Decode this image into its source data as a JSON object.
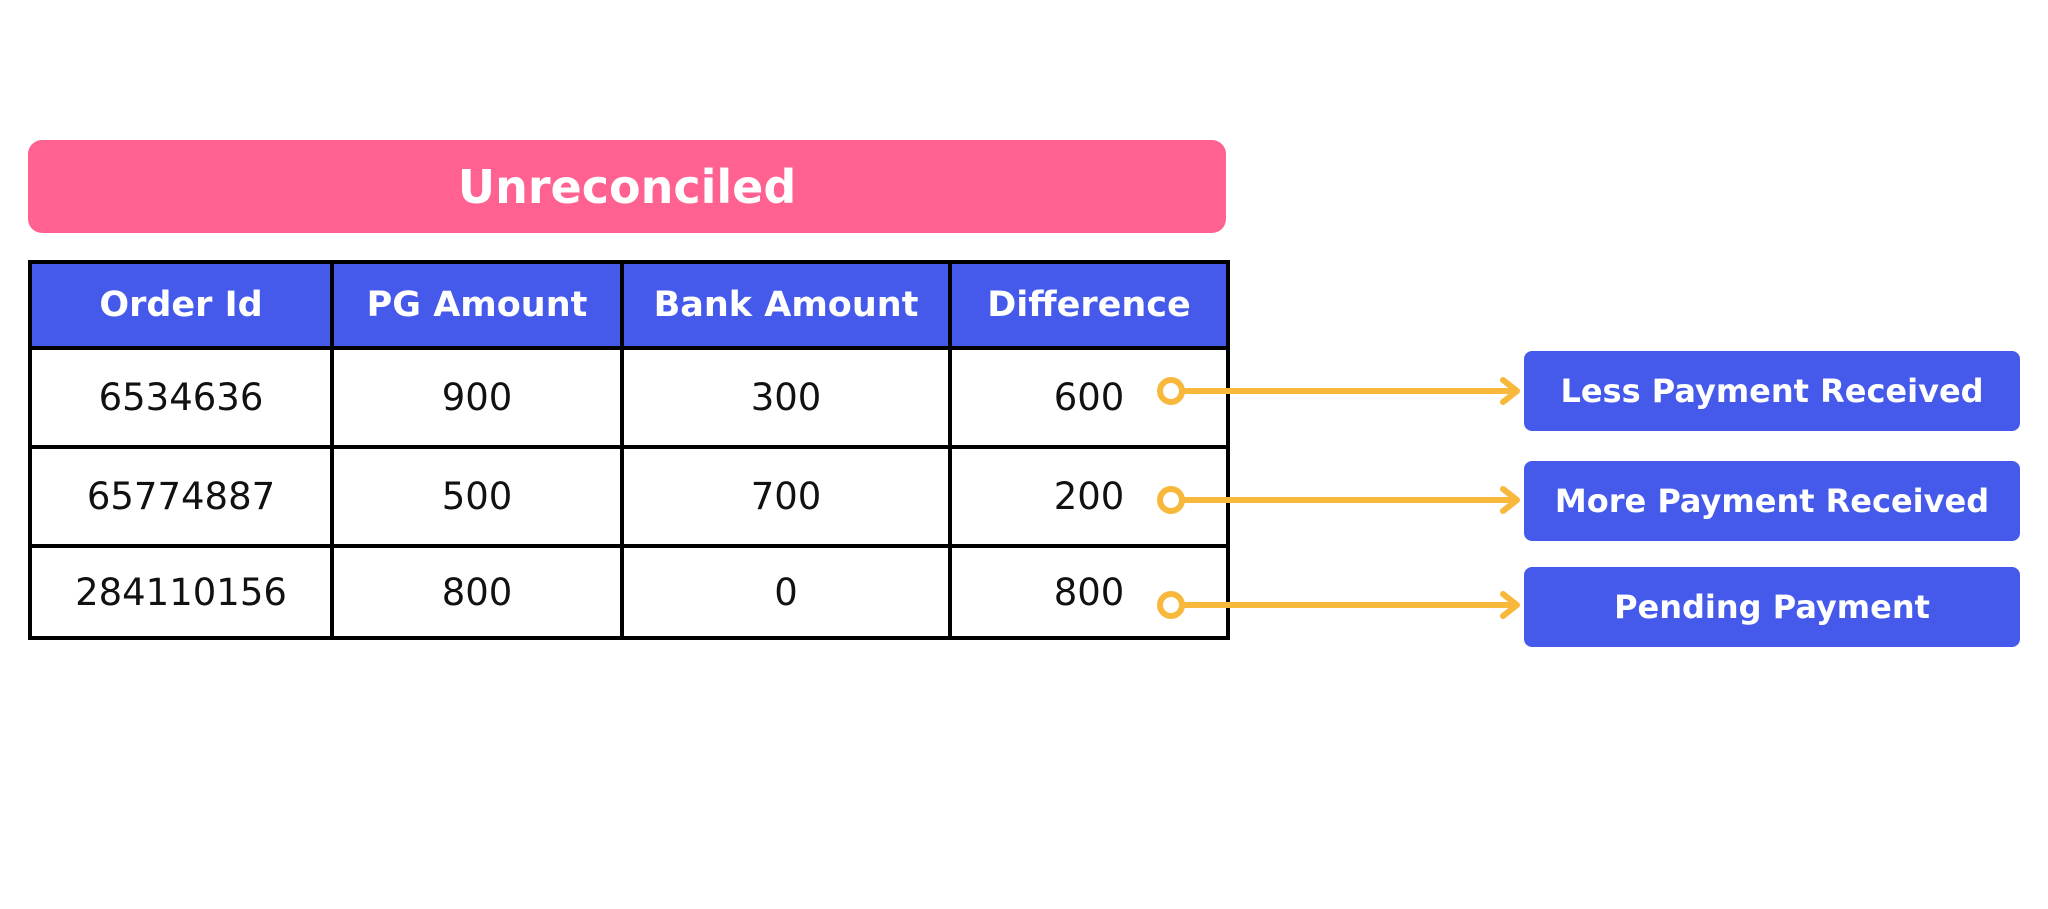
{
  "title": "Unreconciled",
  "colors": {
    "banner": "#ff6191",
    "header": "#455aeb",
    "connector": "#f8b83c",
    "outcome": "#455aeb"
  },
  "table": {
    "columns": [
      "Order Id",
      "PG Amount",
      "Bank Amount",
      "Difference"
    ],
    "rows": [
      [
        "6534636",
        "900",
        "300",
        "600"
      ],
      [
        "65774887",
        "500",
        "700",
        "200"
      ],
      [
        "284110156",
        "800",
        "0",
        "800"
      ]
    ]
  },
  "outcomes": [
    "Less Payment Received",
    "More Payment Received",
    "Pending Payment"
  ]
}
